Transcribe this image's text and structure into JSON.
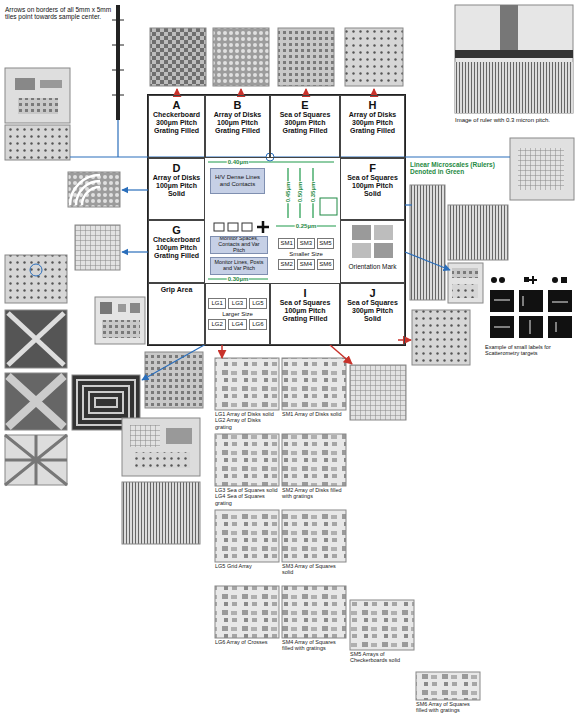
{
  "diagram": {
    "nodes": [
      {
        "text": [
          "A",
          "Checkerboard 300µm Pitch Grating Filled"
        ]
      },
      {
        "text": [
          "B",
          "Array of Disks 100µm Pitch Grating Filled"
        ]
      },
      {
        "text": [
          "E",
          "Sea of Squares 300µm Pitch Grating Filled"
        ]
      },
      {
        "text": [
          "H",
          "Array of Disks 300µm Pitch Grating Filled"
        ]
      },
      {
        "text": [
          "D",
          "Array of Disks 100µm Pitch Solid"
        ]
      },
      {
        "text": [
          "H/V Dense Lines and Contacts"
        ]
      },
      {
        "text": [
          "F",
          "Sea of Squares 100µm Pitch Solid"
        ]
      },
      {
        "text": [
          "G",
          "Checkerboard 100µm Pitch Grating Filled"
        ]
      },
      {
        "text": [
          "Monitor Spaces, Contacts and Var Pitch"
        ]
      },
      {
        "text": [
          "Monitor Lines, Posts and Var Pitch"
        ]
      },
      {
        "text": [
          "SM1",
          "SM3",
          "SM5",
          "Smaller Size",
          "SM2",
          "SM4",
          "SM6"
        ]
      },
      {
        "text": [
          "Orientation Mark"
        ]
      },
      {
        "text": [
          "Grip Area"
        ]
      },
      {
        "text": [
          "LG1",
          "LG3",
          "LG5",
          "Larger Size",
          "LG2",
          "LG4",
          "LG6"
        ]
      },
      {
        "text": [
          "I",
          "Sea of Squares 100µm Pitch Grating Filled"
        ]
      },
      {
        "text": [
          "J",
          "Sea of Squares 300µm Pitch Solid"
        ]
      },
      {
        "text": [
          "LG1 Array of Disks solid LG2 Array of Disks grating"
        ]
      },
      {
        "text": [
          "SM1 Array of Disks solid"
        ]
      },
      {
        "text": [
          "LG3 Sea of Squares solid LG4 Sea of Squares grating"
        ]
      },
      {
        "text": [
          "SM2 Array of Disks filled with gratings"
        ]
      },
      {
        "text": [
          "LG5 Grid Array"
        ]
      },
      {
        "text": [
          "SM3 Array of Squares solid"
        ]
      },
      {
        "text": [
          "LG6 Array of Crosses"
        ]
      },
      {
        "text": [
          "SM4 Array of Squares filled with gratings"
        ]
      },
      {
        "text": [
          "SM5 Arrays of Checkerboards solid"
        ]
      },
      {
        "text": [
          "SM6 Array of Squares filled with gratings"
        ]
      }
    ],
    "edges": [
      {
        "from": 13,
        "to": 16,
        "arrow": "to"
      }
    ],
    "labels": [
      "Arrows on borders of all 5mm x 5mm tiles point towards sample center.",
      "0.40µm",
      "0.45µm",
      "0.50µm",
      "0.35µm",
      "0.25µm",
      "0.30µm",
      "Linear Microscales (Rulers) Denoted in Green",
      "Image of ruler with 0.3 micron pitch.",
      "Example of small labels for Scatterometry targets"
    ]
  }
}
